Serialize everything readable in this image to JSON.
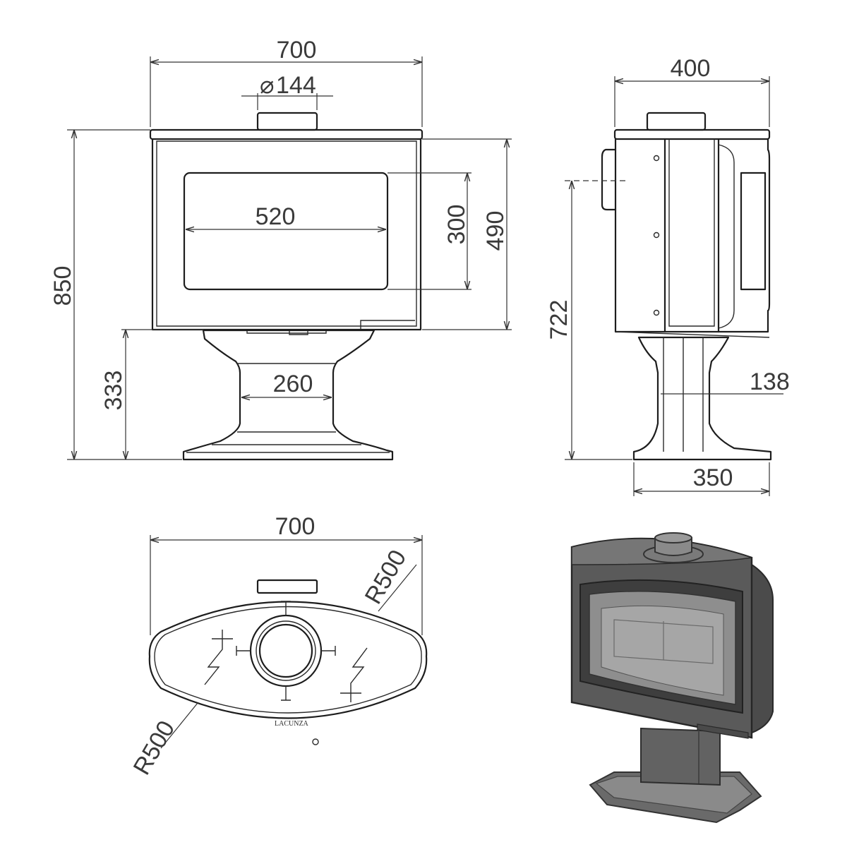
{
  "front_view": {
    "width": "700",
    "flue_diameter": "144",
    "overall_height": "850",
    "glass_width": "520",
    "glass_height": "300",
    "body_height": "490",
    "pedestal_height": "333",
    "pedestal_width": "260"
  },
  "side_view": {
    "depth": "400",
    "flue_outlet_height": "722",
    "column_width": "138",
    "base_depth": "350"
  },
  "top_view": {
    "width": "700",
    "radius_top_right": "R500",
    "radius_bottom_left": "R500",
    "brand_mark": "LACUNZA"
  },
  "symbols": {
    "diameter": "⌀"
  }
}
